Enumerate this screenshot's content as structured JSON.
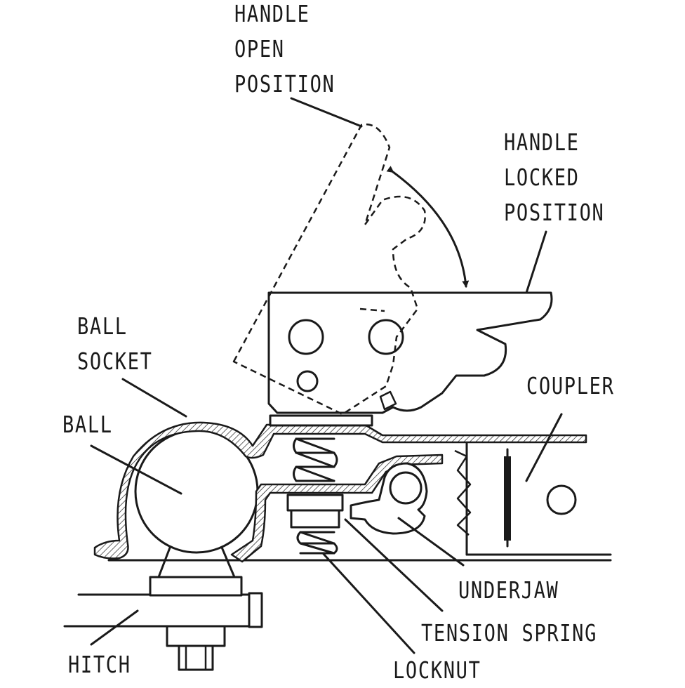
{
  "labels": {
    "handle_open": [
      "HANDLE",
      "OPEN",
      "POSITION"
    ],
    "handle_locked": [
      "HANDLE",
      "LOCKED",
      "POSITION"
    ],
    "ball_socket": [
      "BALL",
      "SOCKET"
    ],
    "ball": "BALL",
    "coupler": "COUPLER",
    "underjaw": "UNDERJAW",
    "tension_spring": "TENSION SPRING",
    "locknut": "LOCKNUT",
    "hitch": "HITCH"
  }
}
